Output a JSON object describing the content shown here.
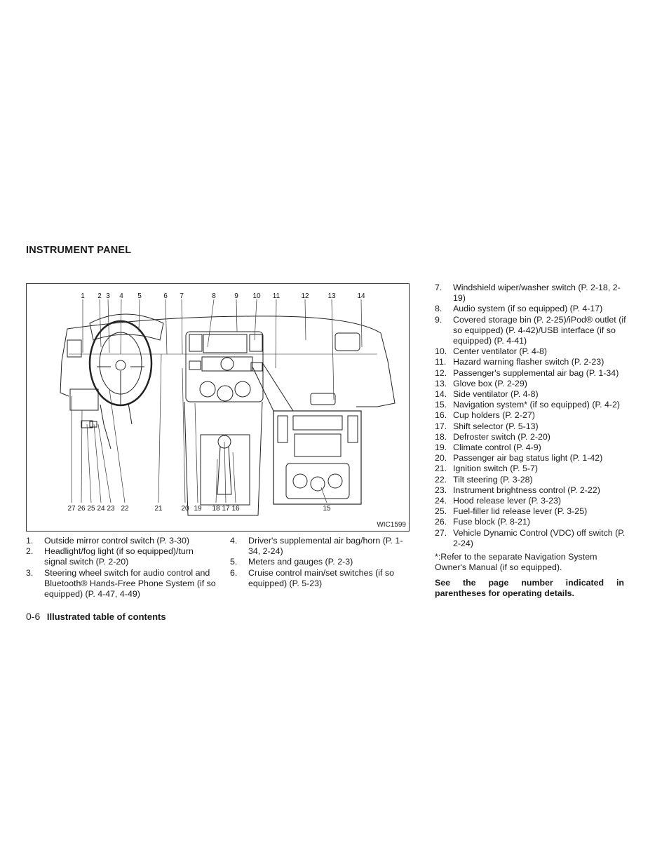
{
  "section_title": "INSTRUMENT PANEL",
  "figure": {
    "id": "WIC1599",
    "callouts_top": [
      "1",
      "2",
      "3",
      "4",
      "5",
      "6",
      "7",
      "8",
      "9",
      "10",
      "11",
      "12",
      "13",
      "14"
    ],
    "callouts_bottom": [
      "27",
      "26",
      "25",
      "24",
      "23",
      "22",
      "21",
      "20",
      "19",
      "18",
      "17",
      "16",
      "15"
    ]
  },
  "items_left": [
    {
      "n": "1.",
      "text": "Outside mirror control switch (P. 3-30)"
    },
    {
      "n": "2.",
      "text": "Headlight/fog light (if so equipped)/turn signal switch (P. 2-20)"
    },
    {
      "n": "3.",
      "text": "Steering wheel switch for audio control and Bluetooth® Hands-Free Phone System (if so equipped) (P. 4-47, 4-49)"
    }
  ],
  "items_mid": [
    {
      "n": "4.",
      "text": "Driver's supplemental air bag/horn (P. 1-34, 2-24)"
    },
    {
      "n": "5.",
      "text": "Meters and gauges (P. 2-3)"
    },
    {
      "n": "6.",
      "text": "Cruise control main/set switches (if so equipped) (P. 5-23)"
    }
  ],
  "items_right": [
    {
      "n": "7.",
      "text": "Windshield wiper/washer switch (P. 2-18, 2-19)"
    },
    {
      "n": "8.",
      "text": "Audio system (if so equipped) (P. 4-17)"
    },
    {
      "n": "9.",
      "text": "Covered storage bin (P. 2-25)/iPod® outlet (if so equipped) (P. 4-42)/USB interface (if so equipped) (P. 4-41)"
    },
    {
      "n": "10.",
      "text": "Center ventilator (P. 4-8)"
    },
    {
      "n": "11.",
      "text": "Hazard warning flasher switch (P. 2-23)"
    },
    {
      "n": "12.",
      "text": "Passenger's supplemental air bag (P. 1-34)"
    },
    {
      "n": "13.",
      "text": "Glove box (P. 2-29)"
    },
    {
      "n": "14.",
      "text": "Side ventilator (P. 4-8)"
    },
    {
      "n": "15.",
      "text": "Navigation system* (if so equipped) (P. 4-2)"
    },
    {
      "n": "16.",
      "text": "Cup holders (P. 2-27)"
    },
    {
      "n": "17.",
      "text": "Shift selector (P. 5-13)"
    },
    {
      "n": "18.",
      "text": "Defroster switch (P. 2-20)"
    },
    {
      "n": "19.",
      "text": "Climate control (P. 4-9)"
    },
    {
      "n": "20.",
      "text": "Passenger air bag status light (P. 1-42)"
    },
    {
      "n": "21.",
      "text": "Ignition switch (P. 5-7)"
    },
    {
      "n": "22.",
      "text": "Tilt steering (P. 3-28)"
    },
    {
      "n": "23.",
      "text": "Instrument brightness control (P. 2-22)"
    },
    {
      "n": "24.",
      "text": "Hood release lever (P. 3-23)"
    },
    {
      "n": "25.",
      "text": "Fuel-filler lid release lever (P. 3-25)"
    },
    {
      "n": "26.",
      "text": "Fuse block (P. 8-21)"
    },
    {
      "n": "27.",
      "text": "Vehicle Dynamic Control (VDC) off switch (P. 2-24)"
    }
  ],
  "note_ref": "*:Refer to the separate Navigation System Owner's Manual (if so equipped).",
  "note_see": "See the page number indicated in parentheses for operating details.",
  "footer": {
    "page": "0-6",
    "title": "Illustrated table of contents"
  }
}
